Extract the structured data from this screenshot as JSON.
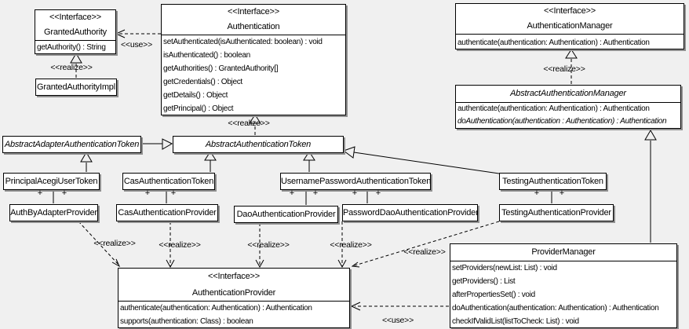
{
  "labels": {
    "interface_stereotype": "<<Interface>>",
    "use": "<<use>>",
    "realize": "<<realize>>",
    "plus": "+"
  },
  "colors": {
    "background": "#f0f0f0",
    "box_fill": "#ffffff",
    "line": "#000000",
    "shadow": "#909090"
  },
  "classes": {
    "granted_authority": {
      "name": "GrantedAuthority",
      "methods": [
        "getAuthority() : String"
      ]
    },
    "granted_authority_impl": {
      "name": "GrantedAuthorityImpl"
    },
    "authentication": {
      "name": "Authentication",
      "methods": [
        "setAuthenticated(isAuthenticated: boolean) : void",
        "isAuthenticated() : boolean",
        "getAuthorities() : GrantedAuthority[]",
        "getCredentials() : Object",
        "getDetails() : Object",
        "getPrincipal() : Object"
      ]
    },
    "authentication_manager": {
      "name": "AuthenticationManager",
      "methods": [
        "authenticate(authentication: Authentication) : Authentication"
      ]
    },
    "abstract_authentication_manager": {
      "name": "AbstractAuthenticationManager",
      "methods": [
        "authenticate(authentication: Authentication) : Authentication",
        "doAuthentication(authentication : Authentication) : Authentication"
      ]
    },
    "abstract_adapter_authentication_token": {
      "name": "AbstractAdapterAuthenticationToken"
    },
    "abstract_authentication_token": {
      "name": "AbstractAuthenticationToken"
    },
    "principal_acegi_user_token": {
      "name": "PrincipalAcegiUserToken"
    },
    "cas_authentication_token": {
      "name": "CasAuthenticationToken"
    },
    "username_password_authentication_token": {
      "name": "UsernamePasswordAuthenticationToken"
    },
    "testing_authentication_token": {
      "name": "TestingAuthenticationToken"
    },
    "auth_by_adapter_provider": {
      "name": "AuthByAdapterProvider"
    },
    "cas_authentication_provider": {
      "name": "CasAuthenticationProvider"
    },
    "dao_authentication_provider": {
      "name": "DaoAuthenticationProvider"
    },
    "password_dao_authentication_provider": {
      "name": "PasswordDaoAuthenticationProvider"
    },
    "testing_authentication_provider": {
      "name": "TestingAuthenticationProvider"
    },
    "authentication_provider": {
      "name": "AuthenticationProvider",
      "methods": [
        "authenticate(authentication: Authentication) : Authentication",
        "supports(authentication: Class) : boolean"
      ]
    },
    "provider_manager": {
      "name": "ProviderManager",
      "methods": [
        "setProviders(newList: List) : void",
        "getProviders() : List",
        "afterPropertiesSet() : void",
        "doAuthentication(authentication: Authentication) : Authentication",
        "checkIfValidList(listToCheck: List) : void"
      ]
    }
  }
}
